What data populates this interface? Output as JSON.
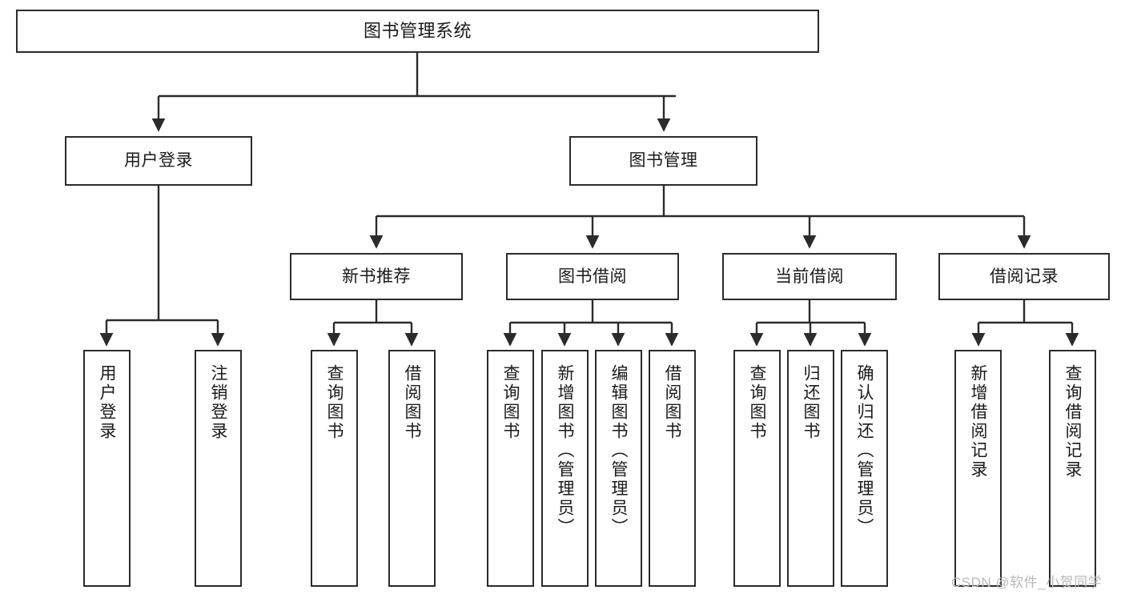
{
  "diagram": {
    "title": "图书管理系统",
    "type": "tree-hierarchy-function-chart",
    "colors": {
      "box_border": "#2b2b2b",
      "box_fill": "#ffffff",
      "connector": "#2b2b2b",
      "background": "#ffffff",
      "watermark": "#b9b9b9"
    },
    "nodes": {
      "root": {
        "label": "图书管理系统"
      },
      "level2": [
        {
          "label": "用户登录"
        },
        {
          "label": "图书管理"
        }
      ],
      "level3": [
        {
          "label": "新书推荐"
        },
        {
          "label": "图书借阅"
        },
        {
          "label": "当前借阅"
        },
        {
          "label": "借阅记录"
        }
      ],
      "leaves_user_login": [
        {
          "label": "用户登录"
        },
        {
          "label": "注销登录"
        }
      ],
      "leaves_new_book": [
        {
          "label": "查询图书"
        },
        {
          "label": "借阅图书"
        }
      ],
      "leaves_borrow": [
        {
          "label": "查询图书"
        },
        {
          "label": "新增图书（管理员）"
        },
        {
          "label": "编辑图书（管理员）"
        },
        {
          "label": "借阅图书"
        }
      ],
      "leaves_current": [
        {
          "label": "查询图书"
        },
        {
          "label": "归还图书"
        },
        {
          "label": "确认归还（管理员）"
        }
      ],
      "leaves_record": [
        {
          "label": "新增借阅记录"
        },
        {
          "label": "查询借阅记录"
        }
      ]
    },
    "watermark": "CSDN @软件_小贺同学"
  }
}
